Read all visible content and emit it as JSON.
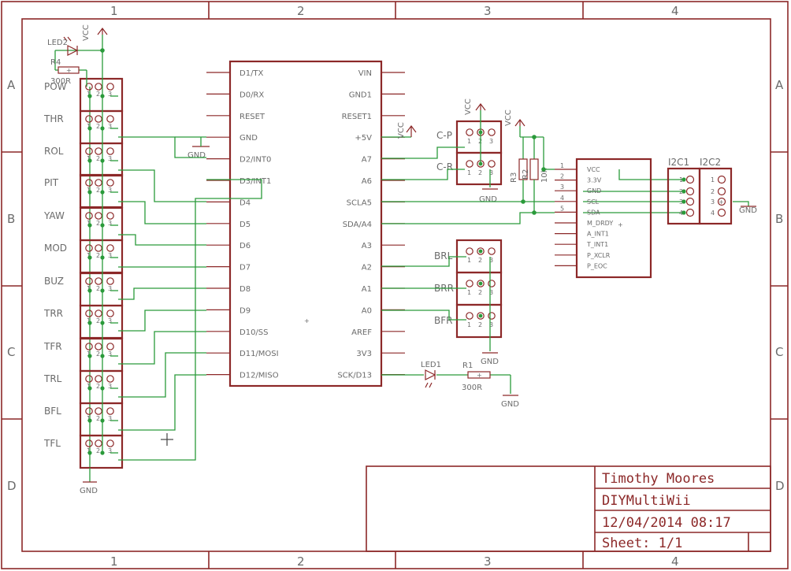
{
  "frame": {
    "col_labels": [
      "1",
      "2",
      "3",
      "4"
    ],
    "row_labels": [
      "A",
      "B",
      "C",
      "D"
    ]
  },
  "title_block": {
    "author": "Timothy Moores",
    "project": "DIYMultiWii",
    "date": "12/04/2014 08:17",
    "sheet": "Sheet: 1/1"
  },
  "left_connectors": {
    "names": [
      "POW",
      "THR",
      "ROL",
      "PIT",
      "YAW",
      "MOD",
      "BUZ",
      "TRR",
      "TFR",
      "TRL",
      "BFL",
      "TFL"
    ],
    "pin_numbers": [
      "1",
      "2",
      "3"
    ],
    "gnd_label": "GND"
  },
  "power_led": {
    "name": "LED2",
    "resistor": "R4",
    "resistor_value": "300R",
    "vcc": "VCC"
  },
  "gnd_labels": {
    "thr_gnd": "GND"
  },
  "arduino": {
    "left_pins": [
      "D1/TX",
      "D0/RX",
      "RESET",
      "GND",
      "D2/INT0",
      "D3/INT1",
      "D4",
      "D5",
      "D6",
      "D7",
      "D8",
      "D9",
      "D10/SS",
      "D11/MOSI",
      "D12/MISO"
    ],
    "right_pins": [
      "VIN",
      "GND1",
      "RESET1",
      "+5V",
      "A7",
      "A6",
      "SCLA5",
      "SDA/A4",
      "A3",
      "A2",
      "A1",
      "A0",
      "AREF",
      "3V3",
      "SCK/D13"
    ],
    "vcc": "VCC"
  },
  "cam_connectors": {
    "names": [
      "C-P",
      "C-R"
    ],
    "pin_numbers": [
      "1",
      "2",
      "3"
    ],
    "vcc": "VCC",
    "gnd": "GND"
  },
  "rear_connectors": {
    "names": [
      "BRL",
      "BRR",
      "BFR"
    ],
    "pin_numbers": [
      "1",
      "2",
      "3"
    ],
    "gnd": "GND"
  },
  "status_led": {
    "name": "LED1",
    "resistor": "R1",
    "resistor_value": "300R",
    "gnd": "GND"
  },
  "pullups": {
    "vcc": "VCC",
    "r3": "R3",
    "r2": "R2",
    "value": "10k"
  },
  "sensor": {
    "pin_numbers": [
      "1",
      "2",
      "3",
      "4",
      "5"
    ],
    "pins": [
      "VCC",
      "3.3V",
      "GND",
      "SCL",
      "SDA",
      "M_DRDY",
      "A_INT1",
      "T_INT1",
      "P_XCLR",
      "P_EOC"
    ]
  },
  "i2c": {
    "names": [
      "I2C1",
      "I2C2"
    ],
    "pin_numbers": [
      "1",
      "2",
      "3",
      "4"
    ],
    "gnd": "GND"
  }
}
